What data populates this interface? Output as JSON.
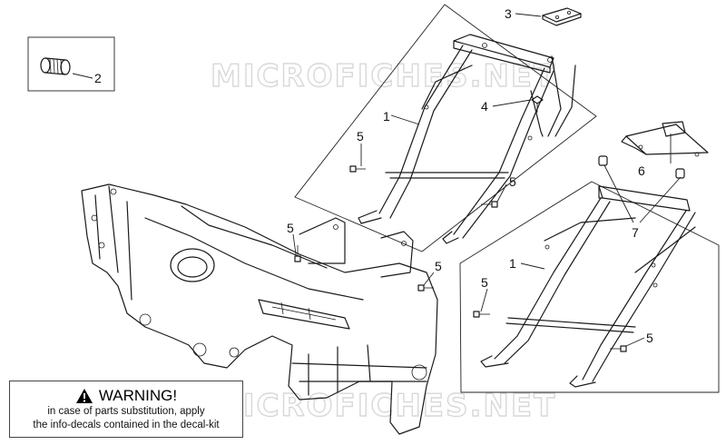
{
  "watermark": "MICROFICHES.NET",
  "callouts": {
    "c1a": "1",
    "c1b": "1",
    "c2": "2",
    "c3": "3",
    "c4": "4",
    "c5a": "5",
    "c5b": "5",
    "c5c": "5",
    "c5d": "5",
    "c5e": "5",
    "c5f": "5",
    "c6": "6",
    "c7": "7"
  },
  "warning": {
    "icon": "warning-triangle-icon",
    "title": "WARNING!",
    "line1": "in case of parts substitution, apply",
    "line2": "the info-decals contained in the decal-kit"
  }
}
